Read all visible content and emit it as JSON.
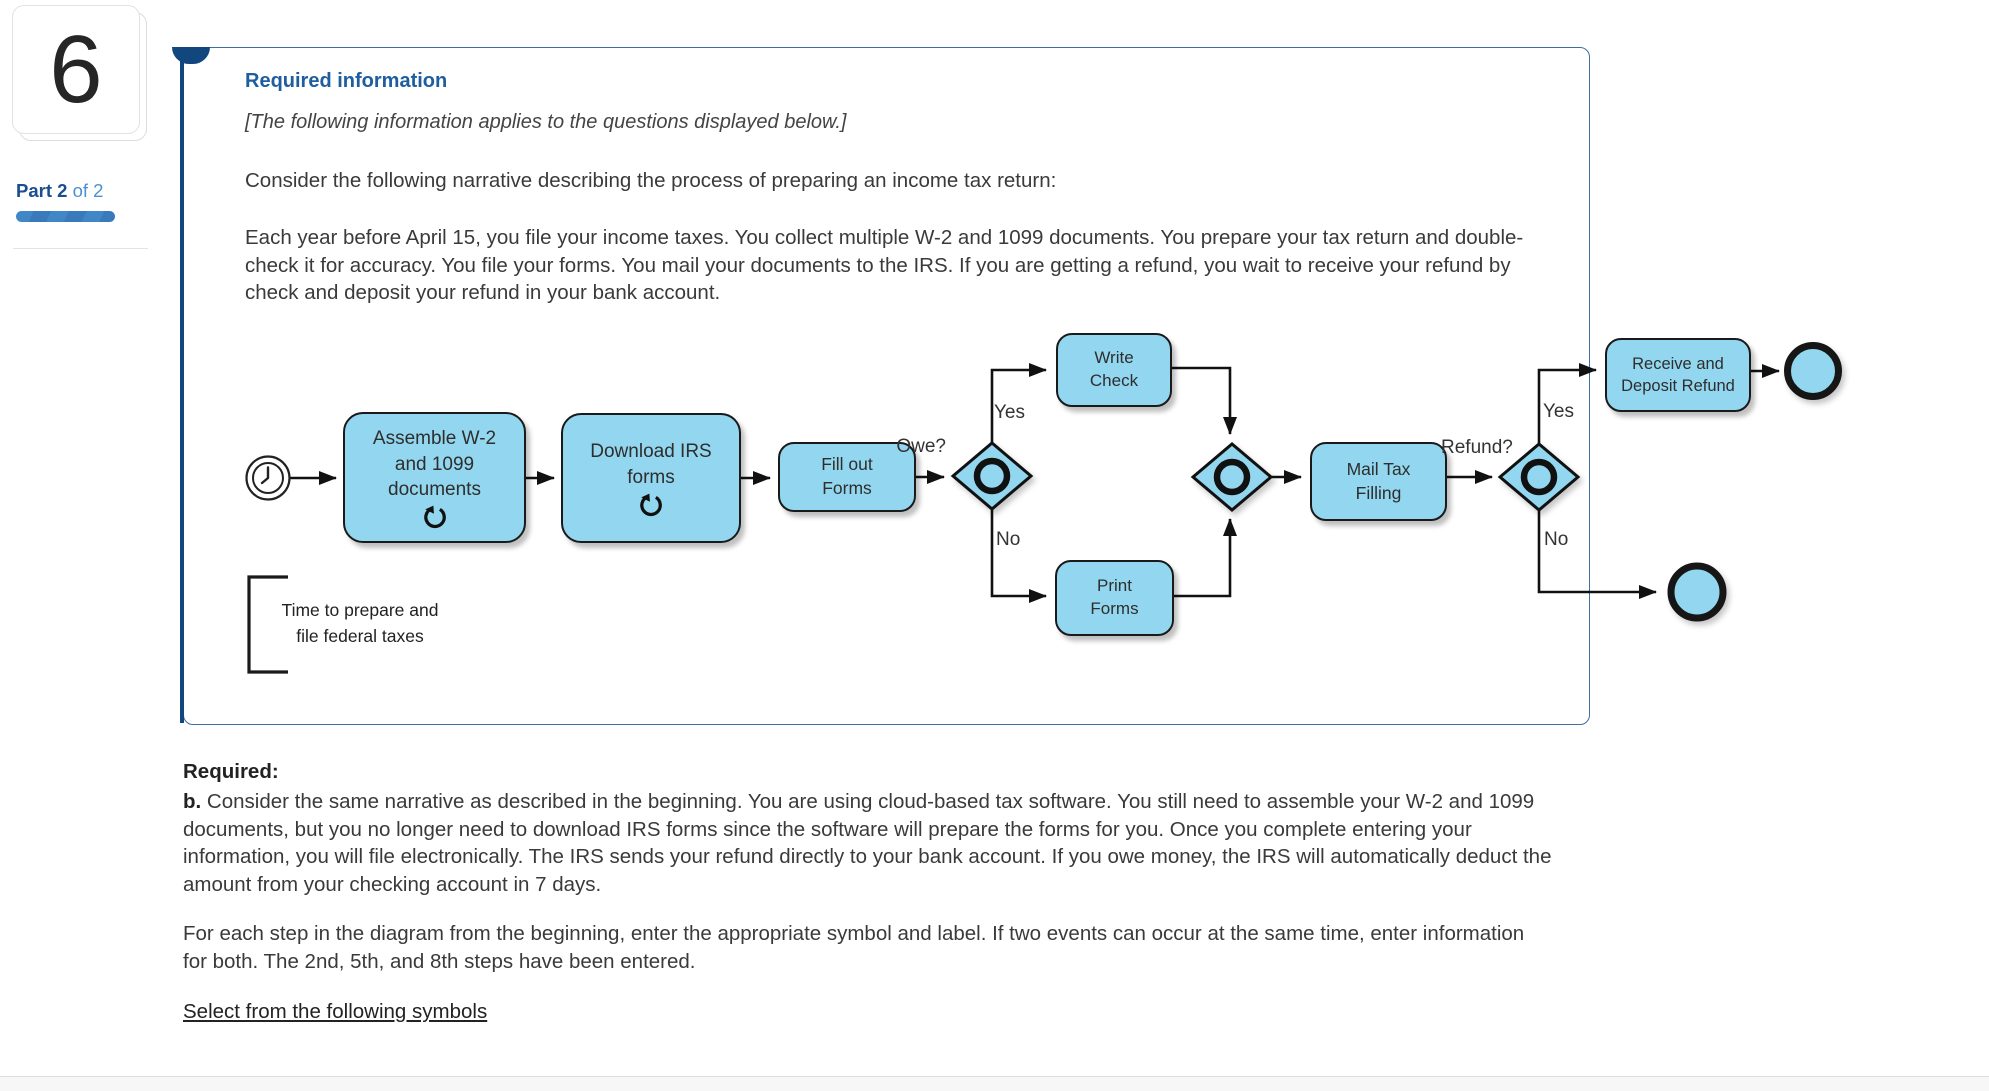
{
  "question": {
    "number": "6",
    "part_bold": "Part 2",
    "part_rest": "of 2"
  },
  "panel": {
    "heading": "Required information",
    "subheading": "[The following information applies to the questions displayed below.]",
    "intro": "Consider the following narrative describing the process of preparing an income tax return:",
    "narrative": "Each year before April 15, you file your income taxes. You collect multiple W-2 and 1099 documents. You prepare your tax return and double-check it for accuracy. You file your forms. You mail your documents to the IRS. If you are getting a refund, you wait to receive your refund by check and deposit your refund in your bank account."
  },
  "diagram": {
    "tasks": {
      "assemble": {
        "label": "Assemble W-2 and 1099 documents",
        "loop_marker": true
      },
      "download": {
        "label": "Download IRS forms",
        "loop_marker": true
      },
      "fillout": {
        "label": "Fill out Forms",
        "loop_marker": false
      },
      "write": {
        "label": "Write Check",
        "loop_marker": false
      },
      "print": {
        "label": "Print Forms",
        "loop_marker": false
      },
      "mail": {
        "label": "Mail Tax Filling",
        "loop_marker": false
      },
      "receive": {
        "label": "Receive and Deposit Refund",
        "loop_marker": false
      }
    },
    "gateways": {
      "owe": "Owe?",
      "refund": "Refund?"
    },
    "branch_labels": {
      "owe_yes": "Yes",
      "owe_no": "No",
      "refund_yes": "Yes",
      "refund_no": "No"
    },
    "annotation": {
      "line1": "Time to prepare and",
      "line2": "file federal taxes"
    },
    "icons": {
      "start_event": "clock-timer-icon",
      "task_marker": "loop-arrow-icon",
      "panel_toggle": "collapse-tab-icon"
    }
  },
  "required": {
    "title": "Required:",
    "item_b_label": "b.",
    "item_b_text": "Consider the same narrative as described in the beginning. You are using cloud-based tax software. You still need to assemble your W-2 and 1099 documents, but you no longer need to download IRS forms since the software will prepare the forms for you. Once you complete entering your information, you will file electronically. The IRS sends your refund directly to your bank account. If you owe money, the IRS will automatically deduct the amount from your checking account in 7 days.",
    "instructions": "For each step in the diagram from the beginning, enter the appropriate symbol and label. If two events can occur at the same time, enter information for both. The 2nd, 5th, and 8th steps have been entered.",
    "link": "Select from the following symbols"
  },
  "colors": {
    "accent_navy": "#12477e",
    "heading_blue": "#1e5d9f",
    "shape_fill_blue": "#92d7ef",
    "shape_border": "#1a1a1a",
    "panel_border": "#3f6f9f",
    "progress_blue": "#4187c8",
    "part_label_blue": "#1a4e8e",
    "part_rest_blue": "#4d8fd1"
  }
}
